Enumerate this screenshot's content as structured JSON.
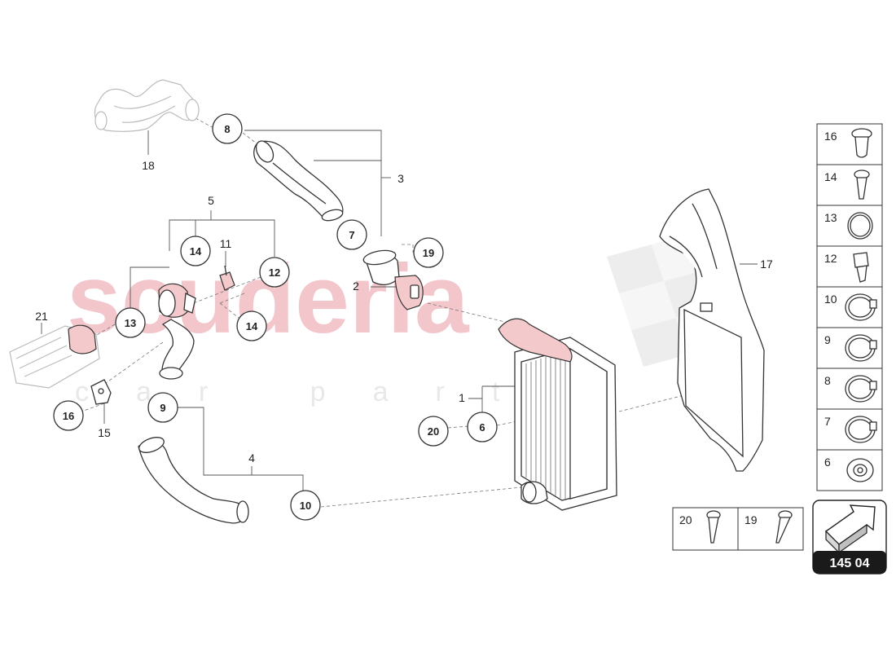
{
  "watermark": {
    "main": "scuderia",
    "sub": "car parts"
  },
  "callouts": [
    "8",
    "7",
    "19",
    "14",
    "12",
    "14",
    "13",
    "16",
    "9",
    "10",
    "20",
    "6"
  ],
  "labels": [
    "18",
    "3",
    "5",
    "11",
    "2",
    "21",
    "15",
    "4",
    "1",
    "17"
  ],
  "legend": [
    "16",
    "14",
    "13",
    "12",
    "10",
    "9",
    "8",
    "7",
    "6"
  ],
  "legend_bottom": [
    "20",
    "19"
  ],
  "page_code": "145 04",
  "colors": {
    "watermark_red": "#f2c6cb",
    "highlight_part": "#f4c9cc",
    "badge": "#1a1a1a"
  }
}
